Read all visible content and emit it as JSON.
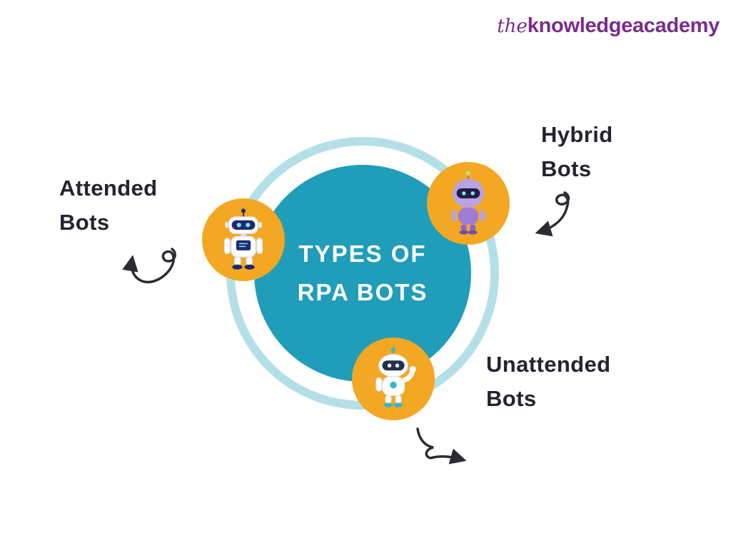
{
  "logo": {
    "the": "the",
    "knowledge": "knowledge",
    "academy": "academy",
    "color": "#7A2B8C"
  },
  "diagram": {
    "title_line1": "TYPES OF",
    "title_line2": "RPA BOTS",
    "nodes": [
      {
        "id": "attended",
        "label": "Attended Bots",
        "icon": "attended-robot-icon"
      },
      {
        "id": "hybrid",
        "label": "Hybrid Bots",
        "icon": "hybrid-robot-icon"
      },
      {
        "id": "unattended",
        "label": "Unattended Bots",
        "icon": "unattended-robot-icon"
      }
    ],
    "colors": {
      "center_circle": "#1F9DB9",
      "outer_ring": "#B5DFE8",
      "node_badge": "#F4A722",
      "label_text": "#232331",
      "title_text": "#FFFFFF",
      "arrow": "#2B2B33"
    }
  }
}
